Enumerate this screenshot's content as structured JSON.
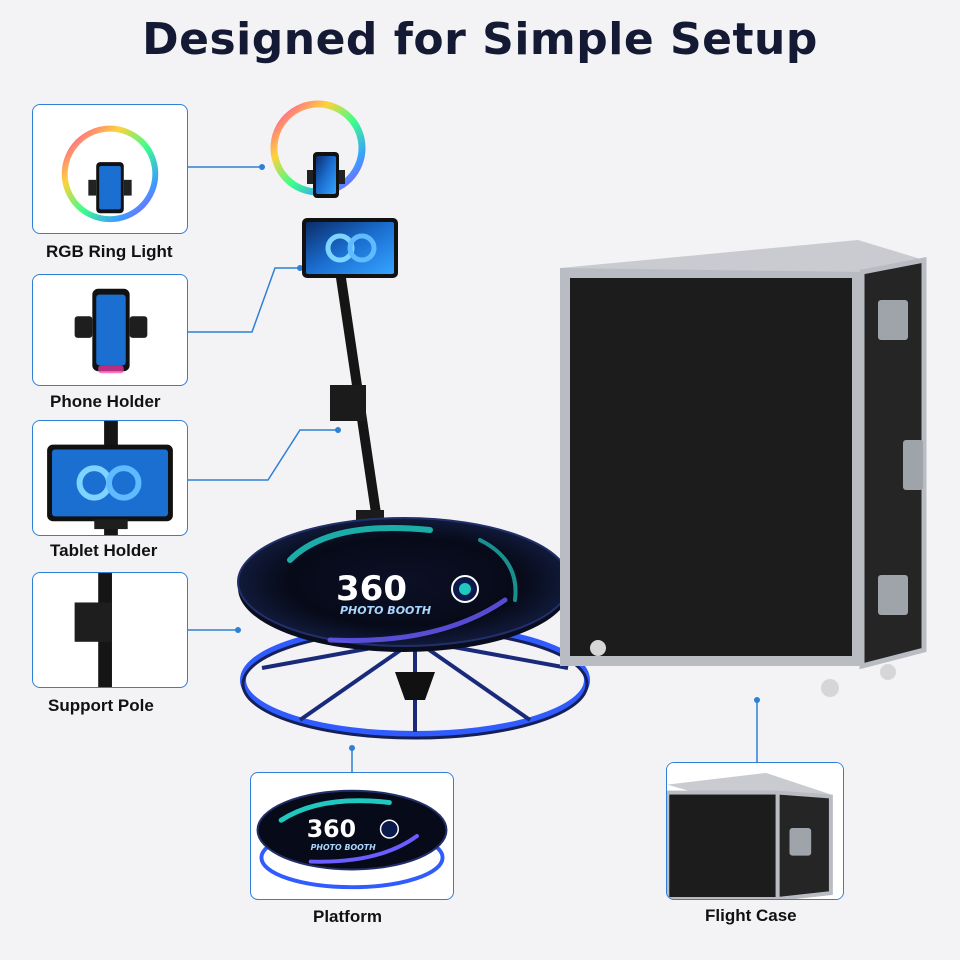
{
  "header": {
    "title": "Designed for Simple Setup"
  },
  "components": [
    {
      "id": "ring-light",
      "label": "RGB Ring Light",
      "icon": "ring-light-icon"
    },
    {
      "id": "phone-holder",
      "label": "Phone Holder",
      "icon": "phone-holder-icon"
    },
    {
      "id": "tablet-holder",
      "label": "Tablet Holder",
      "icon": "tablet-holder-icon"
    },
    {
      "id": "support-pole",
      "label": "Support Pole",
      "icon": "support-pole-icon"
    },
    {
      "id": "platform",
      "label": "Platform",
      "icon": "platform-icon"
    },
    {
      "id": "flight-case",
      "label": "Flight Case",
      "icon": "flight-case-icon"
    }
  ],
  "logo": {
    "number": "360",
    "subtitle": "PHOTO BOOTH"
  },
  "colors": {
    "accent": "#2e7fd6",
    "title": "#141a33",
    "case": "#1c1c1c",
    "led": "#2f5bff",
    "teal": "#20c9c0"
  }
}
